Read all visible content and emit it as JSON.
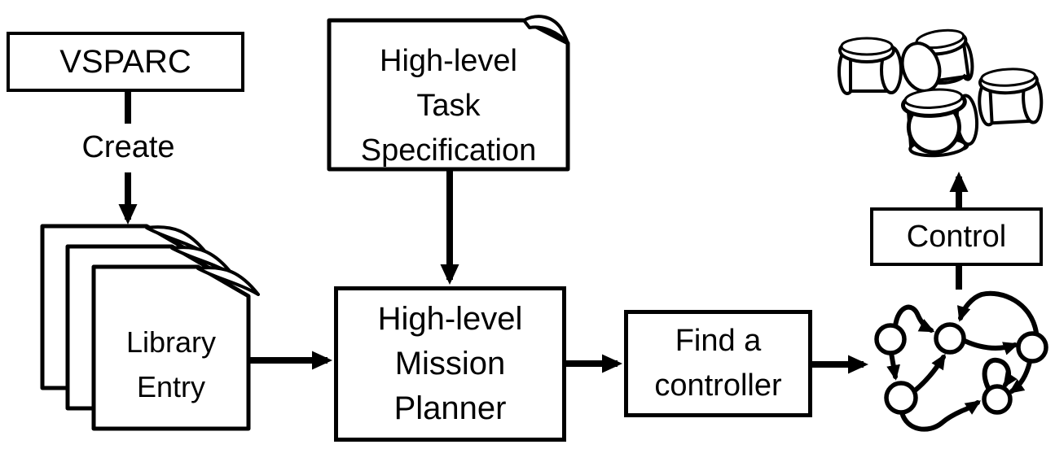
{
  "canvas": {
    "background": "#ffffff",
    "ink": "#000000"
  },
  "nodes": {
    "vsparc": {
      "label": "VSPARC"
    },
    "create_edge": {
      "label": "Create"
    },
    "library_entry": {
      "type": "document-stack",
      "pages": 3,
      "lines": [
        "Library",
        "Entry"
      ]
    },
    "task_specification": {
      "type": "document",
      "lines": [
        "High-level",
        "Task",
        "Specification"
      ]
    },
    "mission_planner": {
      "type": "process-box",
      "lines": [
        "High-level",
        "Mission",
        "Planner"
      ]
    },
    "find_controller": {
      "type": "process-box",
      "lines": [
        "Find a",
        "controller"
      ]
    },
    "control": {
      "type": "process-box",
      "label": "Control"
    },
    "automaton": {
      "type": "state-graph",
      "state_count": 5,
      "transition_count": 8
    },
    "robots": {
      "type": "robot-group",
      "count": 4
    }
  }
}
